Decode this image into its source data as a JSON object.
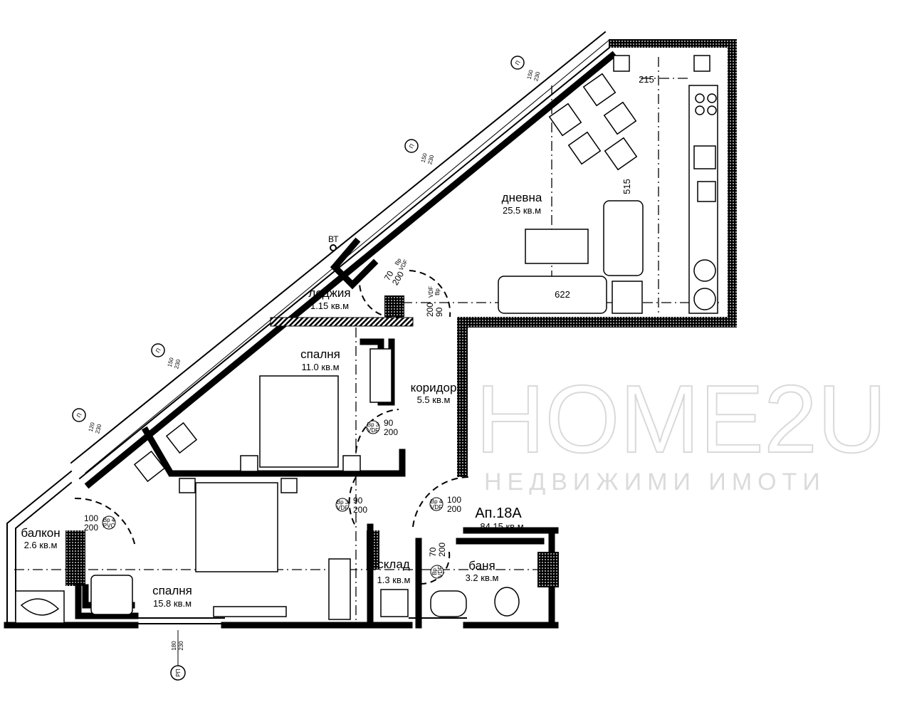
{
  "apartment": {
    "name": "Ап.18А",
    "area": "84.15 кв.м"
  },
  "rooms": [
    {
      "name": "дневна",
      "area": "25.5 кв.м"
    },
    {
      "name": "лоджия",
      "area": "1.15 кв.м"
    },
    {
      "name": "спалня",
      "area": "11.0 кв.м"
    },
    {
      "name": "коридор",
      "area": "5.5 кв.м"
    },
    {
      "name": "балкон",
      "area": "2.6 кв.м"
    },
    {
      "name": "спалня",
      "area": "15.8 кв.м"
    },
    {
      "name": "склад",
      "area": "1.3 кв.м"
    },
    {
      "name": "баня",
      "area": "3.2 кв.м"
    }
  ],
  "dimensions": [
    "215",
    "515",
    "622"
  ],
  "riser_label": "ВТ",
  "window_tags": [
    {
      "mark": "П",
      "width": "150",
      "height": "230"
    },
    {
      "mark": "П",
      "width": "150",
      "height": "230"
    },
    {
      "mark": "П",
      "width": "150",
      "height": "230"
    },
    {
      "mark": "П",
      "width": "120",
      "height": "230"
    },
    {
      "mark": "РП",
      "width": "180",
      "height": "230"
    }
  ],
  "door_tags": [
    {
      "code": "Вр",
      "type": "VDF",
      "width": "70",
      "height": "200"
    },
    {
      "code": "Вр",
      "type": "VDF",
      "width": "90",
      "height": "200"
    },
    {
      "code": "Вр 3",
      "type": "VDF",
      "width": "90",
      "height": "200"
    },
    {
      "code": "Вр 3",
      "type": "VDF",
      "width": "90",
      "height": "200"
    },
    {
      "code": "Вр 4",
      "type": "VDF",
      "width": "100",
      "height": "200"
    },
    {
      "code": "Вр",
      "type": "VDF",
      "width": "70",
      "height": "200"
    },
    {
      "code": "Вр 4",
      "type": "PVC",
      "width": "100",
      "height": "200"
    }
  ],
  "watermark": {
    "brand": "HOME2U",
    "tagline": "НЕДВИЖИМИ ИМОТИ"
  }
}
